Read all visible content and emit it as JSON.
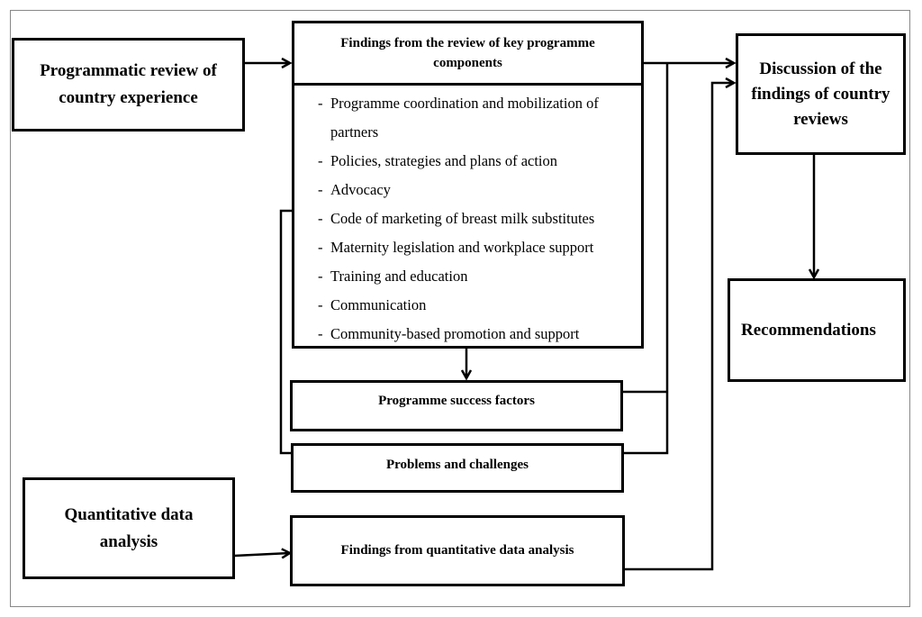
{
  "boxes": {
    "programmatic_review": "Programmatic review of country experience",
    "findings_review": "Findings from the review of key programme components",
    "success_factors": "Programme success factors",
    "problems": "Problems and challenges",
    "quantitative": "Quantitative data analysis",
    "findings_quantitative": "Findings from quantitative data analysis",
    "discussion": "Discussion of the findings of country reviews",
    "recommendations": "Recommendations"
  },
  "components": [
    "Programme coordination and mobilization of partners",
    "Policies, strategies and plans of action",
    "Advocacy",
    "Code of marketing of breast milk substitutes",
    "Maternity legislation and workplace support",
    "Training and education",
    "Communication",
    "Community-based promotion and support"
  ]
}
